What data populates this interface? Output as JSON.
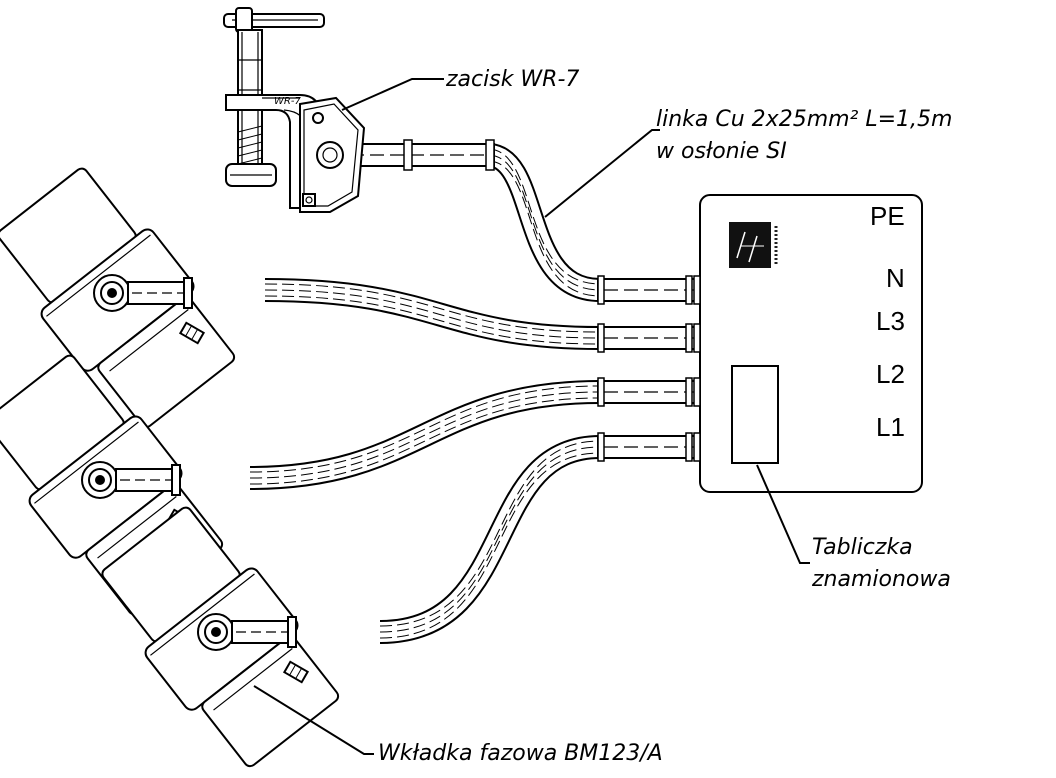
{
  "labels": {
    "clamp": "zacisk WR-7",
    "clamp_stamp": "WR-7",
    "cable_line1": "linka Cu 2x25mm² L=1,5m",
    "cable_line2": "w osłonie SI",
    "nameplate_line1": "Tabliczka",
    "nameplate_line2": "znamionowa",
    "insert": "Wkładka fazowa BM123/A"
  },
  "terminals": [
    "PE",
    "N",
    "L3",
    "L2",
    "L1"
  ],
  "colors": {
    "ink": "#000000",
    "paper": "#ffffff"
  }
}
